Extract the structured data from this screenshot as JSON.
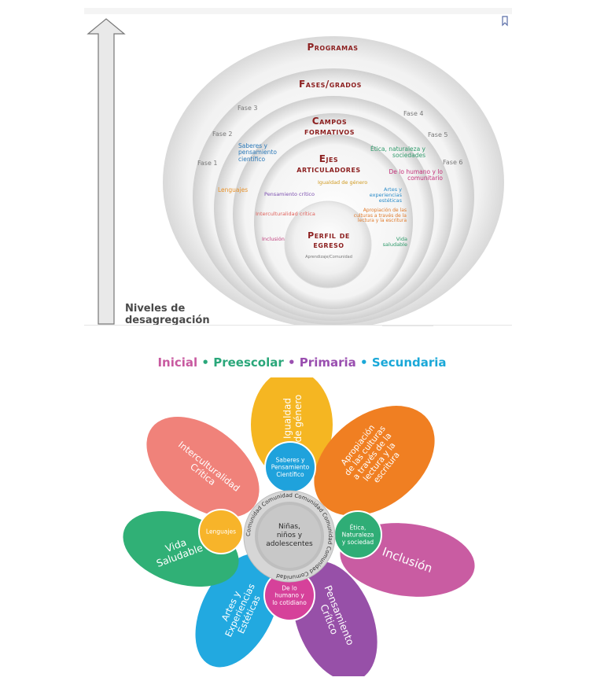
{
  "top_diagram": {
    "programs": "Programas",
    "phases_grades": "Fases/grados",
    "formative_fields": "Campos formativos",
    "axes": "Ejes articuladores",
    "profile": "Perfil de egreso",
    "profile_sub": "Aprendizaje/Comunidad",
    "phases": [
      "Fase 1",
      "Fase 2",
      "Fase 3",
      "Fase 4",
      "Fase 5",
      "Fase 6"
    ],
    "fields": [
      "Saberes y pensamiento científico",
      "Ética, naturaleza y sociedades",
      "De lo humano y lo comunitario",
      "Lenguajes"
    ],
    "axes_items": [
      "Igualdad de género",
      "Pensamiento crítico",
      "Artes y experiencias estéticas",
      "Interculturalidad crítica",
      "Apropiación de las culturas a través de la lectura y la escritura",
      "Inclusión",
      "Vida saludable"
    ],
    "levels_label": "Niveles de desagregación"
  },
  "banner": {
    "items": [
      "Inicial",
      "Preescolar",
      "Primaria",
      "Secundaria"
    ],
    "separator": "•",
    "colors": [
      "#c85aa0",
      "#2aa77a",
      "#9a4fb0",
      "#1aa8d8"
    ]
  },
  "flower": {
    "center": "Niñas, niños y adolescentes",
    "ring_text": "Comunidad Comunidad Comunidad Comunidad Comunidad Comunidad",
    "petals": [
      {
        "label": "Igualdad de género",
        "color": "#f5b622"
      },
      {
        "label": "Apropiación de las culturas a través de la lectura y la escritura",
        "color": "#f07f22"
      },
      {
        "label": "Inclusión",
        "color": "#c95ca2"
      },
      {
        "label": "Pensamiento Crítico",
        "color": "#9750a8"
      },
      {
        "label": "Artes y Experiencias Estéticas",
        "color": "#22a9e0"
      },
      {
        "label": "Vida Saludable",
        "color": "#30b076"
      },
      {
        "label": "Interculturalidad Crítica",
        "color": "#f0827a"
      }
    ],
    "inner": [
      {
        "label": "Saberes y Pensamiento Científico",
        "color": "#1fa2dc"
      },
      {
        "label": "Ética, Naturaleza y sociedad",
        "color": "#2fad76"
      },
      {
        "label": "De lo humano y lo cotidiano",
        "color": "#d6419a"
      },
      {
        "label": "Lenguajes",
        "color": "#f7b42a"
      }
    ]
  }
}
